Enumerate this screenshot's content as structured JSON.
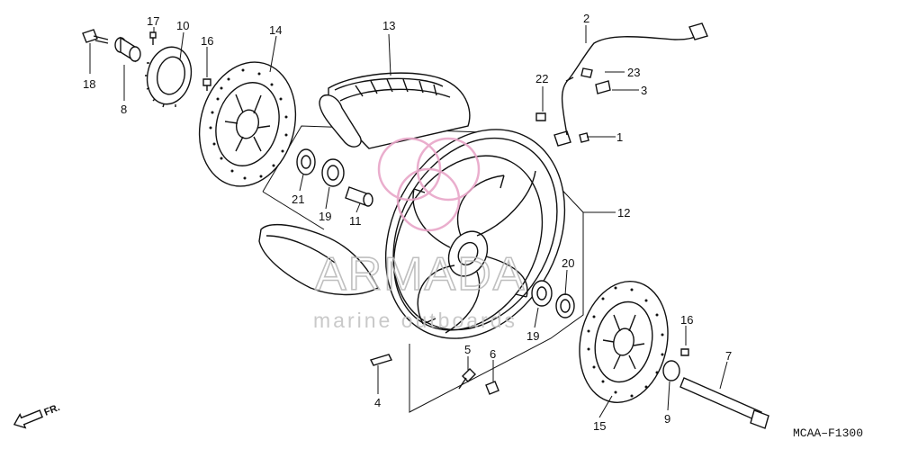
{
  "diagram": {
    "code": "MCAA–F1300",
    "front_marker": "FR.",
    "watermark": {
      "brand": "ARMADA",
      "tagline": "marine outboards",
      "color": "#e8a6c8"
    },
    "callouts": [
      {
        "id": "c1",
        "label": "1"
      },
      {
        "id": "c2",
        "label": "2"
      },
      {
        "id": "c3",
        "label": "3"
      },
      {
        "id": "c4",
        "label": "4"
      },
      {
        "id": "c5",
        "label": "5"
      },
      {
        "id": "c6",
        "label": "6"
      },
      {
        "id": "c7",
        "label": "7"
      },
      {
        "id": "c8",
        "label": "8"
      },
      {
        "id": "c9",
        "label": "9"
      },
      {
        "id": "c10",
        "label": "10"
      },
      {
        "id": "c11",
        "label": "11"
      },
      {
        "id": "c12",
        "label": "12"
      },
      {
        "id": "c13",
        "label": "13"
      },
      {
        "id": "c14",
        "label": "14"
      },
      {
        "id": "c15",
        "label": "15"
      },
      {
        "id": "c16a",
        "label": "16"
      },
      {
        "id": "c16b",
        "label": "16"
      },
      {
        "id": "c17",
        "label": "17"
      },
      {
        "id": "c18",
        "label": "18"
      },
      {
        "id": "c19a",
        "label": "19"
      },
      {
        "id": "c19b",
        "label": "19"
      },
      {
        "id": "c20",
        "label": "20"
      },
      {
        "id": "c21",
        "label": "21"
      },
      {
        "id": "c22",
        "label": "22"
      },
      {
        "id": "c23",
        "label": "23"
      }
    ]
  }
}
